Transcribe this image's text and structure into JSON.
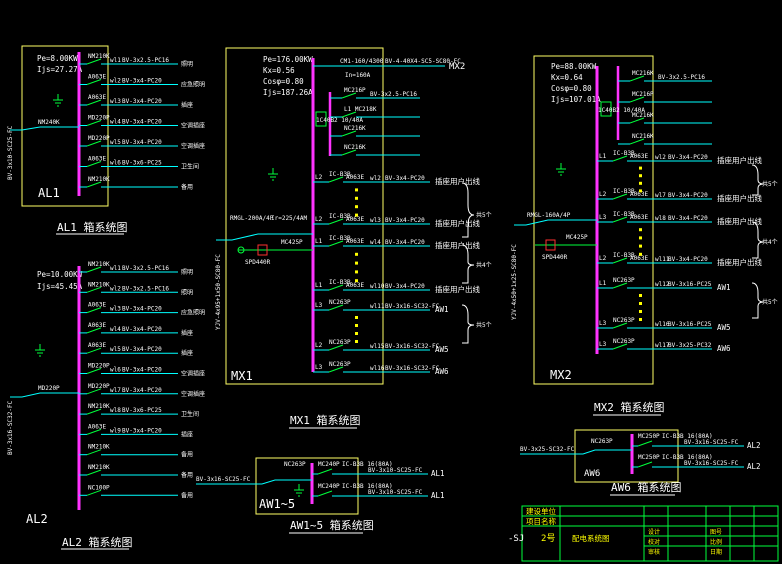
{
  "colors": {
    "background": "#000000",
    "bus": "#ff33ff",
    "feeder": "#00ffff",
    "frame": "#ffff66",
    "breaker": "#00ff3c",
    "spd": "#ff3030",
    "text": "#ffffff"
  },
  "al1": {
    "pe": "Pe=8.00KW",
    "ijs": "Ijs=27.27A",
    "name": "AL1",
    "caption": "AL1 箱系统图",
    "incoming_breaker": "NM240K",
    "incoming_cable": "BV-3x10-SC25-FC",
    "feeders": [
      {
        "breaker": "NM210K",
        "circuit": "wl1",
        "cable": "BV-3x2.5-PC16",
        "load": "照明"
      },
      {
        "breaker": "A063E",
        "circuit": "wl2",
        "cable": "BV-3x4-PC20",
        "load": "应急照明"
      },
      {
        "breaker": "A063E",
        "circuit": "wl3",
        "cable": "BV-3x4-PC20",
        "load": "插座"
      },
      {
        "breaker": "MD220P",
        "circuit": "wl4",
        "cable": "BV-3x4-PC20",
        "load": "空调插座"
      },
      {
        "breaker": "MD220P",
        "circuit": "wl5",
        "cable": "BV-3x4-PC20",
        "load": "空调插座"
      },
      {
        "breaker": "A063E",
        "circuit": "wl6",
        "cable": "BV-3x6-PC25",
        "load": "卫生间"
      },
      {
        "breaker": "NM210K",
        "circuit": "",
        "cable": "",
        "load": "备用"
      }
    ]
  },
  "al2": {
    "pe": "Pe=10.00KW",
    "ijs": "Ijs=45.45A",
    "name": "AL2",
    "caption": "AL2 箱系统图",
    "incoming_breaker": "MD220P",
    "incoming_cable": "BV-3x16-SC32-FC",
    "feeders": [
      {
        "breaker": "NM210K",
        "circuit": "wl1",
        "cable": "BV-3x2.5-PC16",
        "load": "照明"
      },
      {
        "breaker": "NM210K",
        "circuit": "wl2",
        "cable": "BV-3x2.5-PC16",
        "load": "照明"
      },
      {
        "breaker": "A063E",
        "circuit": "wl3",
        "cable": "BV-3x4-PC20",
        "load": "应急照明"
      },
      {
        "breaker": "A063E",
        "circuit": "wl4",
        "cable": "BV-3x4-PC20",
        "load": "插座"
      },
      {
        "breaker": "A063E",
        "circuit": "wl5",
        "cable": "BV-3x4-PC20",
        "load": "插座"
      },
      {
        "breaker": "MD220P",
        "circuit": "wl6",
        "cable": "BV-3x4-PC20",
        "load": "空调插座"
      },
      {
        "breaker": "MD220P",
        "circuit": "wl7",
        "cable": "BV-3x4-PC20",
        "load": "空调插座"
      },
      {
        "breaker": "NM210K",
        "circuit": "wl8",
        "cable": "BV-3x6-PC25",
        "load": "卫生间"
      },
      {
        "breaker": "A063E",
        "circuit": "wl9",
        "cable": "BV-3x4-PC20",
        "load": "插座"
      },
      {
        "breaker": "NM210K",
        "circuit": "",
        "cable": "",
        "load": "备用"
      },
      {
        "breaker": "NM210K",
        "circuit": "",
        "cable": "",
        "load": "备用"
      },
      {
        "breaker": "NC100P",
        "circuit": "",
        "cable": "",
        "load": "备用"
      }
    ]
  },
  "mx1": {
    "pe": "Pe=176.00KW",
    "kx": "Kx=0.56",
    "cos": "Cosφ=0.80",
    "ijs": "Ijs=187.26A",
    "name": "MX1",
    "caption": "MX1 箱系统图",
    "main_breaker": "RMGL-200A/4P",
    "main_breaker2": "Ir=225/4AM",
    "incoming_cable": "YJV-4x95+1x50-SC80-FC",
    "spd": "SPD440R",
    "spd_breaker": "MC425P",
    "top_circuit": "CM1-160/4300",
    "top_rating": "In=160A",
    "top_cable": "BV-4-40X4-SC5-SC80-FC",
    "top_target": "MX2",
    "sub_breakers": [
      "MC216P",
      "L1 MC218K",
      "NC216K",
      "NC216K"
    ],
    "sub_cable": "BV-3x2.5-PC16",
    "sub_rating": "1C40B2 10/40A",
    "feeders": [
      {
        "phase": "L2",
        "breaker": "IC-B3B",
        "model": "A063E",
        "circuit": "wl2",
        "cable": "BV-3x4-PC20",
        "load": "插座用户出线"
      },
      {
        "phase": "L2",
        "breaker": "IC-B3B",
        "model": "A063E",
        "circuit": "wl3",
        "cable": "BV-3x4-PC20",
        "load": "插座用户出线"
      },
      {
        "phase": "L1",
        "breaker": "IC-B3B",
        "model": "A063E",
        "circuit": "wl4",
        "cable": "BV-3x4-PC20",
        "load": "插座用户出线"
      },
      {
        "phase": "L1",
        "breaker": "IC-B3B",
        "model": "A063E",
        "circuit": "wl10",
        "cable": "BV-3x4-PC20",
        "load": "插座用户出线"
      },
      {
        "phase": "L3",
        "breaker": "NC263P",
        "model": "",
        "circuit": "wl11",
        "cable": "BV-3x16-SC32-FC",
        "load": "AW1"
      },
      {
        "phase": "L2",
        "breaker": "NC263P",
        "model": "",
        "circuit": "wl15",
        "cable": "BV-3x16-SC32-FC",
        "load": "AW5"
      },
      {
        "phase": "L3",
        "breaker": "NC263P",
        "model": "",
        "circuit": "wl16",
        "cable": "BV-3x16-SC32-FC",
        "load": "AW6"
      }
    ],
    "group_labels": [
      "共5个",
      "共4个",
      "共5个"
    ]
  },
  "mx2": {
    "pe": "Pe=88.00KW",
    "kx": "Kx=0.64",
    "cos": "Cosφ=0.80",
    "ijs": "Ijs=107.01A",
    "name": "MX2",
    "caption": "MX2 箱系统图",
    "main_breaker": "RMGL-160A/4P",
    "incoming_cable": "YJV-4x50+1x25-SC80-FC",
    "spd": "SPD440R",
    "spd_breaker": "MC425P",
    "sub_breakers": [
      "MC216K",
      "MC216P",
      "MC216K",
      "NC216K"
    ],
    "sub_cable": "BV-3x2.5-PC16",
    "sub_rating": "1C40B2 10/40A",
    "feeders": [
      {
        "phase": "L1",
        "breaker": "IC-B3B",
        "model": "A063E",
        "circuit": "wl2",
        "cable": "BV-3x4-PC20",
        "load": "插座用户出线"
      },
      {
        "phase": "L2",
        "breaker": "IC-B3B",
        "model": "A063E",
        "circuit": "wl7",
        "cable": "BV-3x4-PC20",
        "load": "插座用户出线"
      },
      {
        "phase": "L3",
        "breaker": "IC-B3B",
        "model": "A063E",
        "circuit": "wl8",
        "cable": "BV-3x4-PC20",
        "load": "插座用户出线"
      },
      {
        "phase": "L2",
        "breaker": "IC-B3B",
        "model": "A063E",
        "circuit": "wl11",
        "cable": "BV-3x4-PC20",
        "load": "插座用户出线"
      },
      {
        "phase": "L1",
        "breaker": "NC263P",
        "model": "",
        "circuit": "wl12",
        "cable": "BV-3x16-PC25",
        "load": "AW1"
      },
      {
        "phase": "L3",
        "breaker": "NC263P",
        "model": "",
        "circuit": "wl16",
        "cable": "BV-3x16-PC25",
        "load": "AW5"
      },
      {
        "phase": "L3",
        "breaker": "NC263P",
        "model": "",
        "circuit": "wl17",
        "cable": "BV-3x25-PC32",
        "load": "AW6"
      }
    ],
    "group_labels": [
      "共5个",
      "共4个",
      "共5个"
    ]
  },
  "aw15": {
    "name": "AW1~5",
    "caption": "AW1~5 箱系统图",
    "incoming_breaker": "NC263P",
    "incoming_cable": "BV-3x16-SC25-FC",
    "feeders": [
      {
        "breaker": "MC240P",
        "rating": "IC-B3B 16(80A)",
        "cable": "BV-3x10-SC25-FC",
        "target": "AL1"
      },
      {
        "breaker": "MC240P",
        "rating": "IC-B3B 16(80A)",
        "cable": "BV-3x10-SC25-FC",
        "target": "AL1"
      }
    ]
  },
  "aw6": {
    "name": "AW6",
    "caption": "AW6 箱系统图",
    "incoming_breaker": "NC263P",
    "incoming_cable": "BV-3x25-SC32-FC",
    "feeders": [
      {
        "breaker": "MC250P",
        "rating": "IC-B3B 16(80A)",
        "cable": "BV-3x16-SC25-FC",
        "target": "AL2"
      },
      {
        "breaker": "MC250P",
        "rating": "IC-B3B 16(80A)",
        "cable": "BV-3x16-SC25-FC",
        "target": "AL2"
      }
    ]
  },
  "title_block": {
    "left_code": "-SJ",
    "project_label": "2号",
    "drawing_title": "配电系统图",
    "rows_left": [
      "建设单位",
      "项目名称"
    ],
    "rows_mid": [
      "设计",
      "校对",
      "审核"
    ],
    "rows_right": [
      "图号",
      "比例",
      "日期"
    ]
  }
}
